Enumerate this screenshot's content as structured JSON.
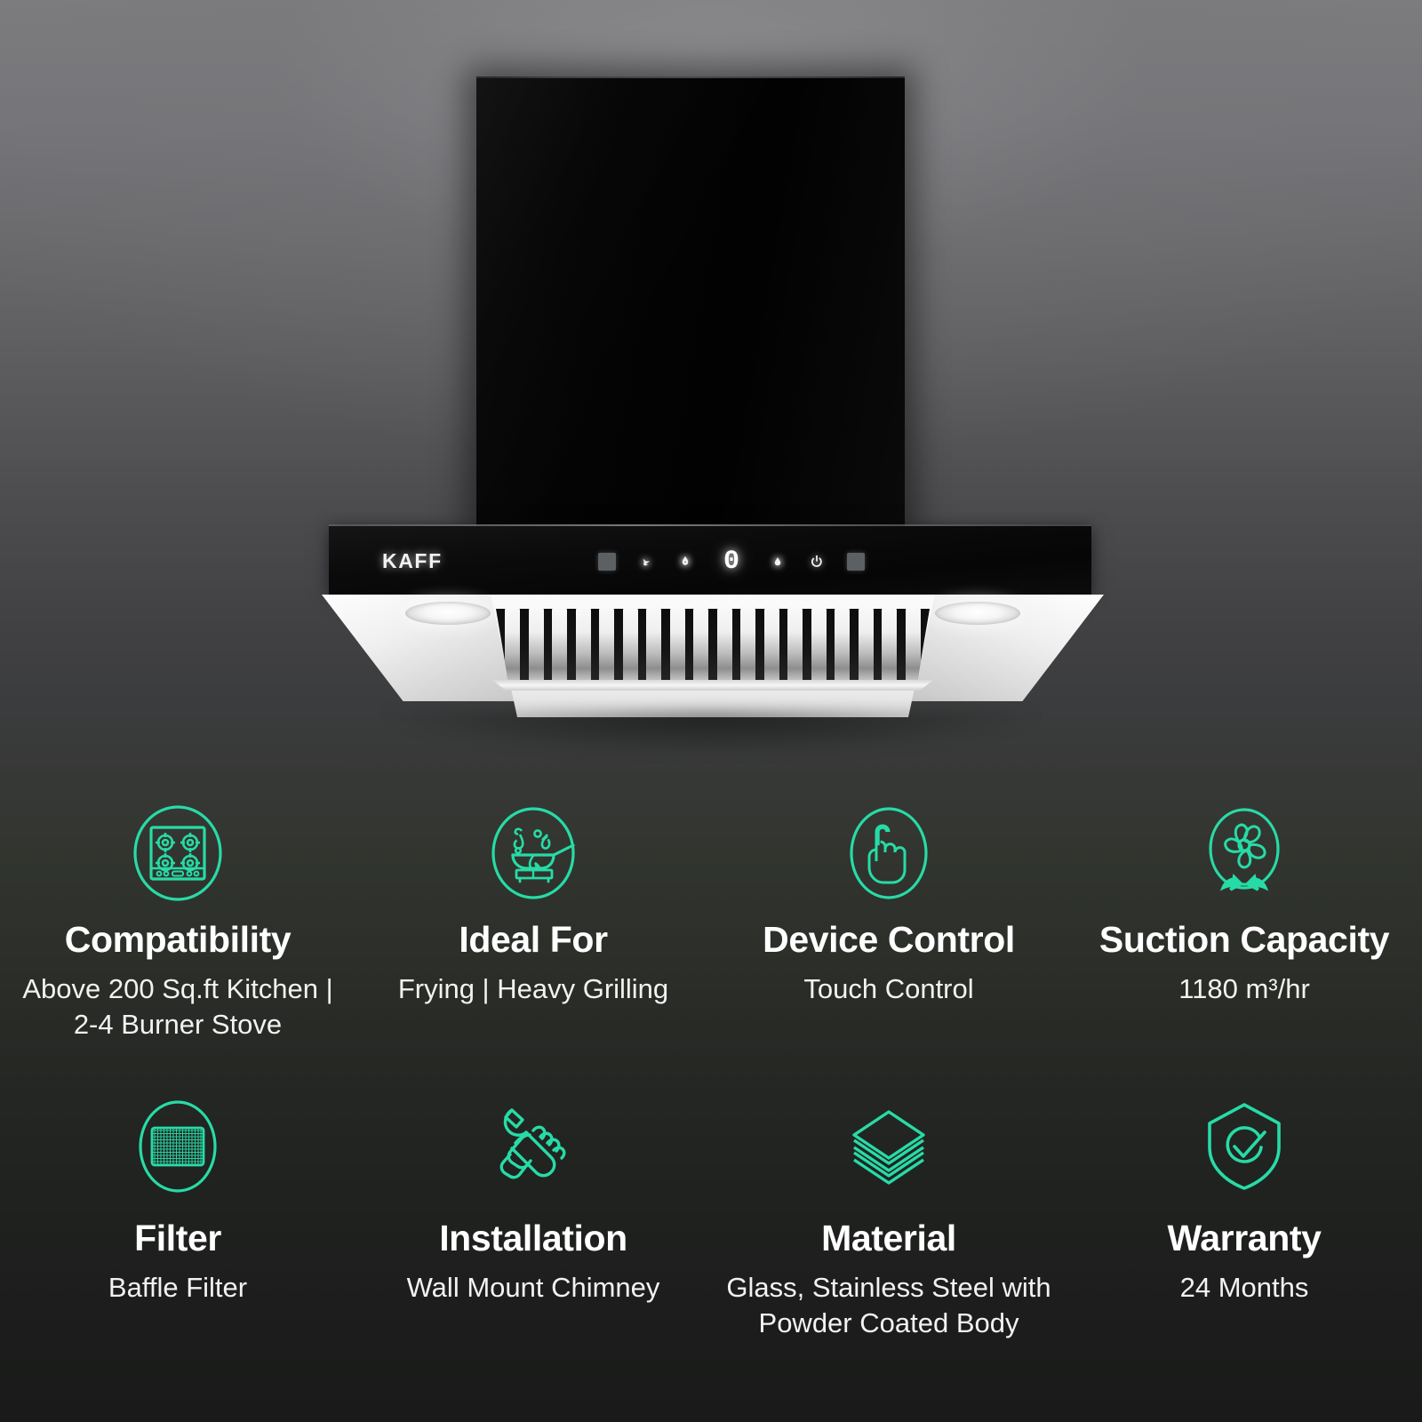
{
  "theme": {
    "accent": "#27dba6",
    "title_color": "#ffffff",
    "desc_color": "#f2f2f2",
    "bg_top": "#7c7c7e",
    "bg_bottom": "#191a19"
  },
  "product": {
    "brand": "KAFF",
    "control_panel": {
      "display_value": "0",
      "buttons": [
        {
          "name": "left-indicator",
          "icon": "square-indicator"
        },
        {
          "name": "fan-down",
          "icon": "fan-down-icon"
        },
        {
          "name": "light",
          "icon": "light-bulb-icon"
        },
        {
          "name": "speed-display",
          "icon": "digital-display"
        },
        {
          "name": "fan-up",
          "icon": "fan-up-icon"
        },
        {
          "name": "power",
          "icon": "power-icon"
        },
        {
          "name": "right-indicator",
          "icon": "square-indicator"
        }
      ]
    }
  },
  "features": [
    {
      "icon": "gas-stove-icon",
      "title": "Compatibility",
      "desc": "Above 200 Sq.ft Kitchen | 2-4 Burner Stove"
    },
    {
      "icon": "frying-pan-flame-icon",
      "title": "Ideal For",
      "desc": "Frying | Heavy Grilling"
    },
    {
      "icon": "touch-hand-icon",
      "title": "Device Control",
      "desc": "Touch Control"
    },
    {
      "icon": "fan-airflow-icon",
      "title": "Suction Capacity",
      "desc": "1180 m³/hr"
    },
    {
      "icon": "baffle-filter-icon",
      "title": "Filter",
      "desc": "Baffle Filter"
    },
    {
      "icon": "wrench-hand-icon",
      "title": "Installation",
      "desc": "Wall Mount Chimney"
    },
    {
      "icon": "layers-icon",
      "title": "Material",
      "desc": "Glass, Stainless Steel with Powder Coated Body"
    },
    {
      "icon": "shield-check-icon",
      "title": "Warranty",
      "desc": "24 Months"
    }
  ]
}
